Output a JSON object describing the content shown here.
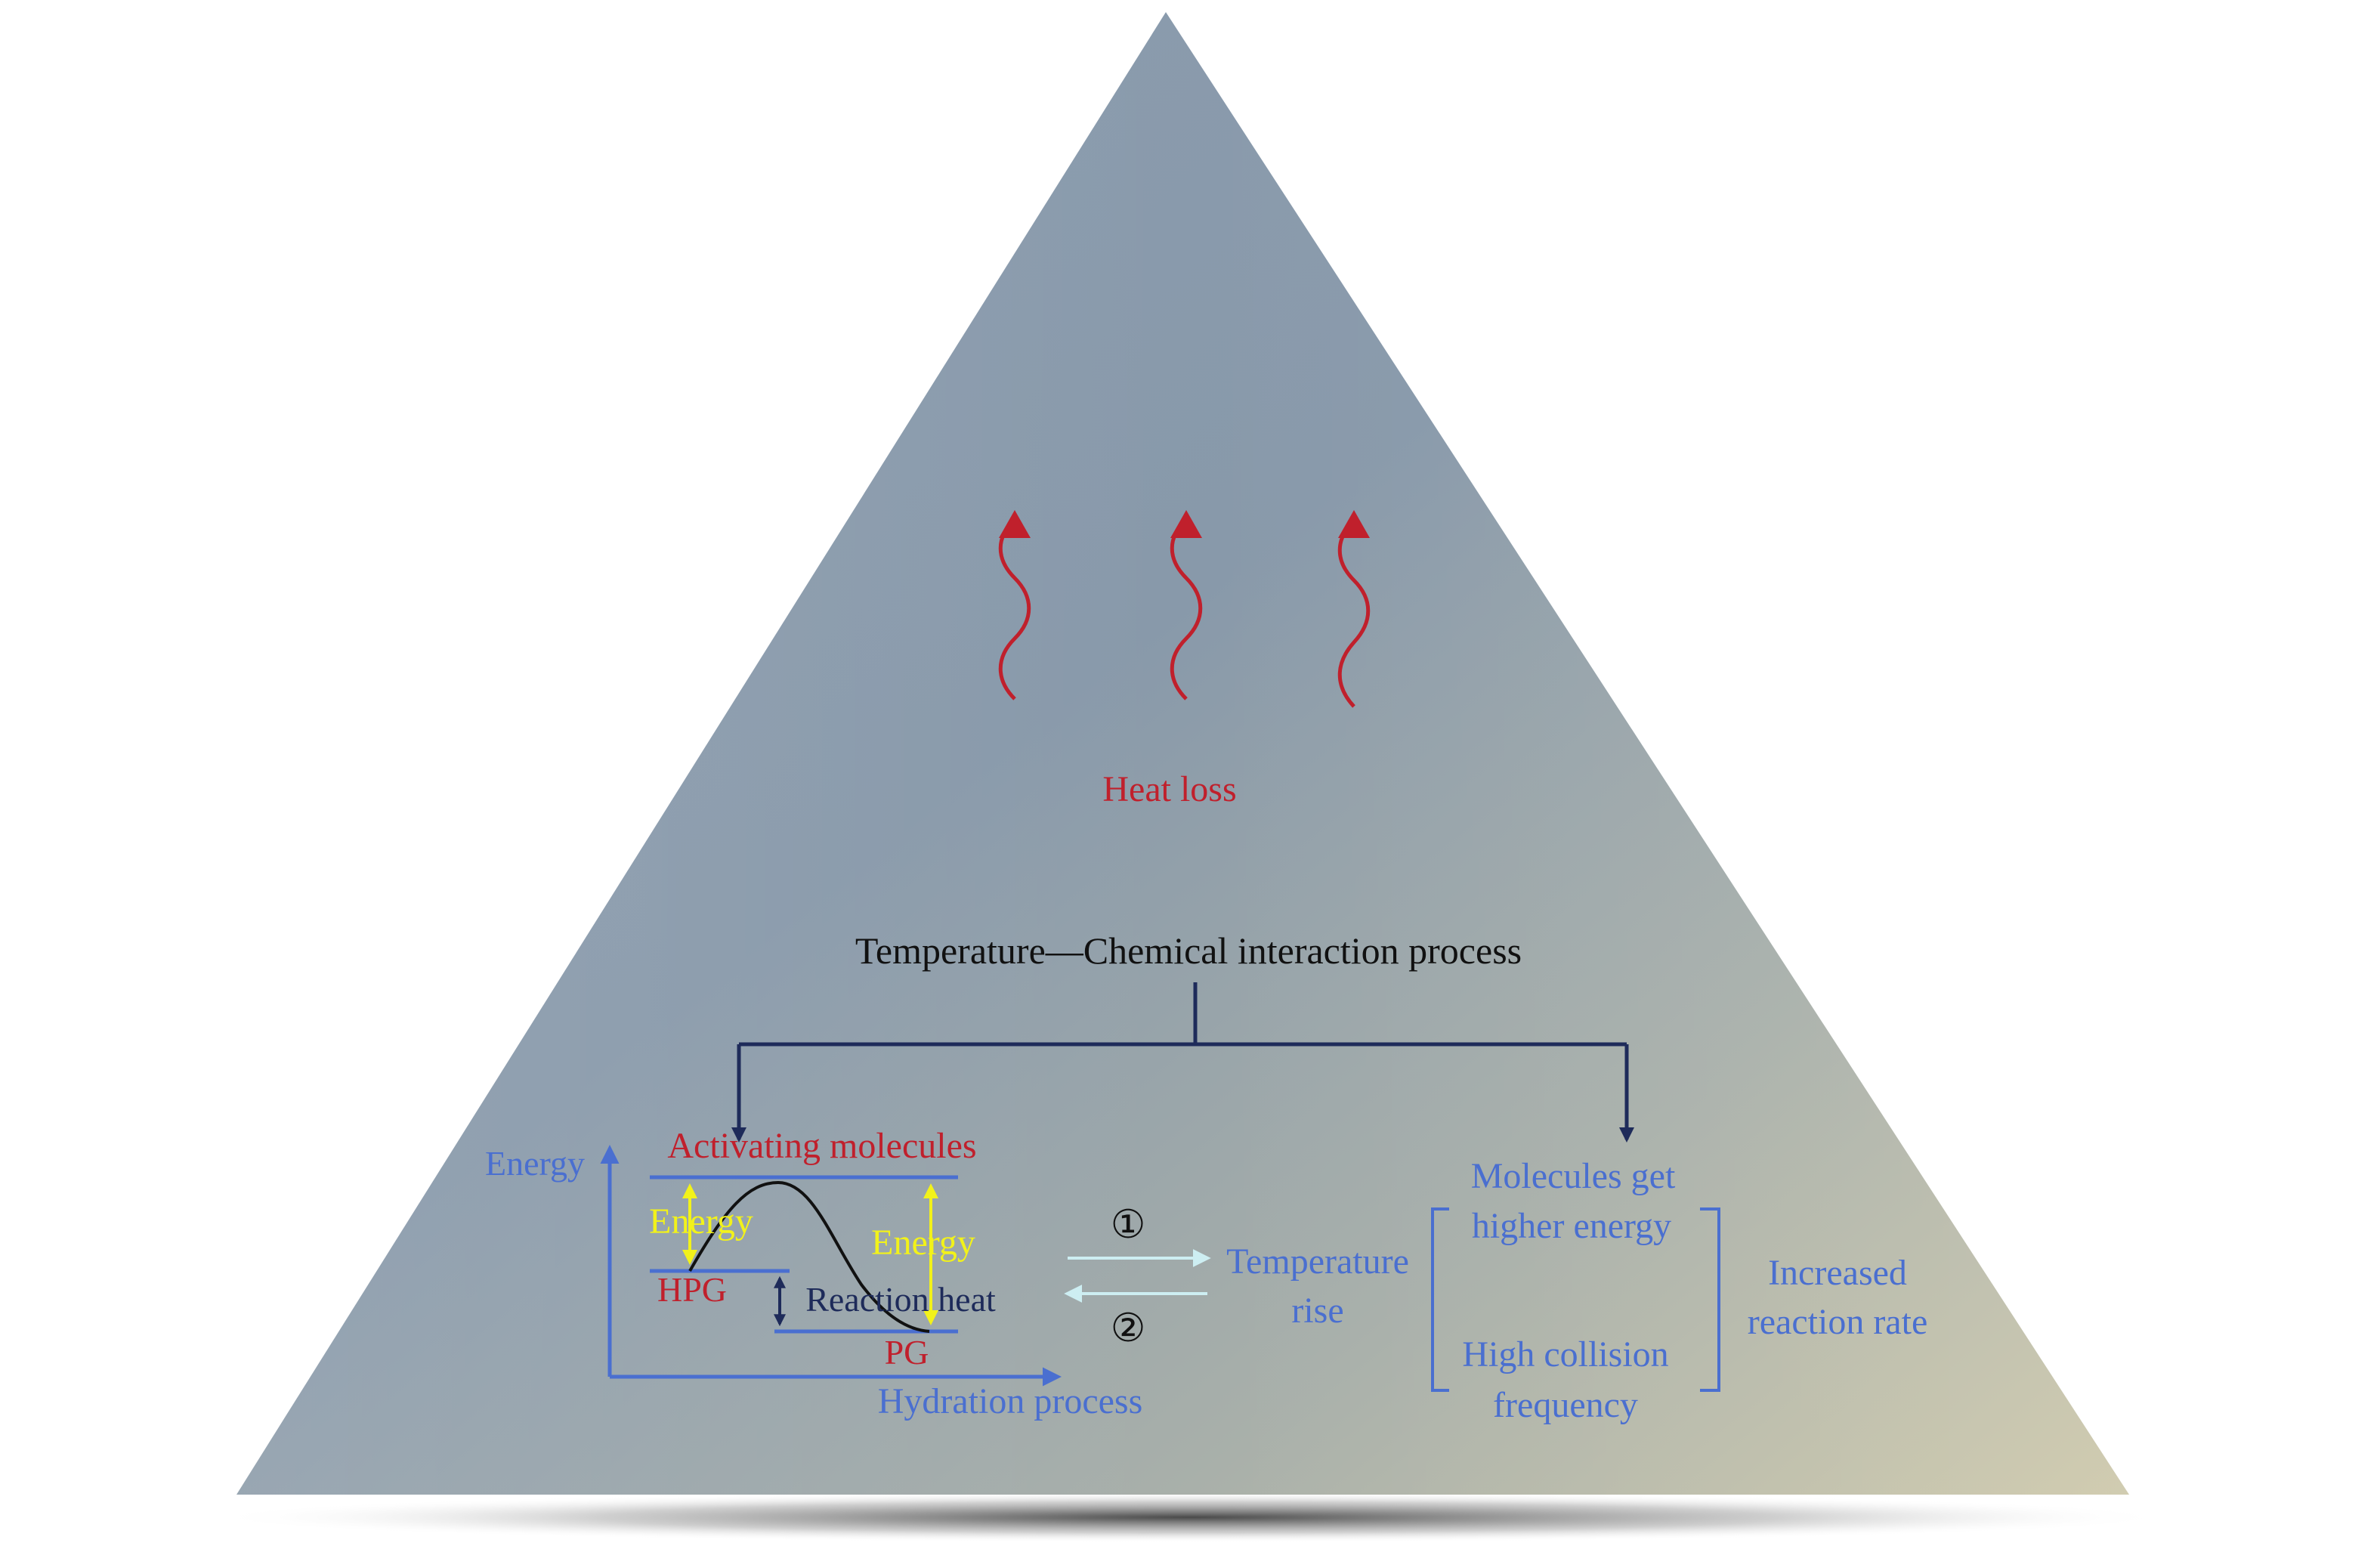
{
  "diagram": {
    "heat_loss_label": "Heat loss",
    "process_title": "Temperature—Chemical interaction process",
    "energy_axis_label": "Energy",
    "hydration_axis_label": "Hydration process",
    "activating_label": "Activating molecules",
    "energy_left_label": "Energy",
    "energy_right_label": "Energy",
    "hpg_label": "HPG",
    "pg_label": "PG",
    "reaction_heat_label": "Reaction heat",
    "step1_label": "①",
    "step2_label": "②",
    "temp_rise_line1": "Temperature",
    "temp_rise_line2": "rise",
    "molecules_line1": "Molecules get",
    "molecules_line2": "higher energy",
    "collision_line1": "High collision",
    "collision_line2": "frequency",
    "increased_line1": "Increased",
    "increased_line2": "reaction rate"
  },
  "colors": {
    "red": "#c0202c",
    "blue": "#4a6fd0",
    "dark_navy": "#1e2b5a",
    "yellow": "#f2f21a",
    "light_cyan": "#cdeef2",
    "black": "#111111"
  }
}
